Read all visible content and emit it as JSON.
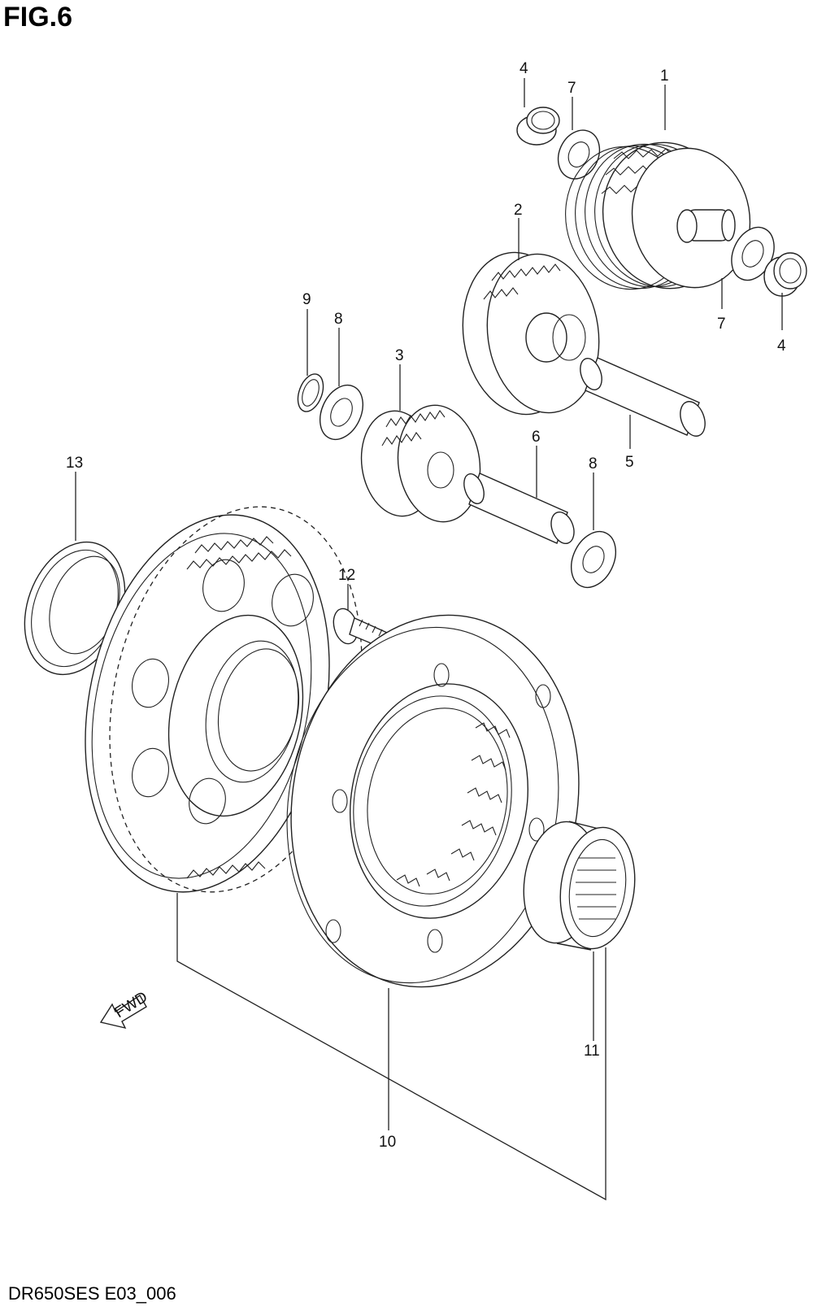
{
  "figure": {
    "title": "FIG.6",
    "footer_code": "DR650SES E03_006"
  },
  "fwd_marker": {
    "text": "FWD"
  },
  "callouts": [
    {
      "id": "c4a",
      "label": "4"
    },
    {
      "id": "c7a",
      "label": "7"
    },
    {
      "id": "c1",
      "label": "1"
    },
    {
      "id": "c2",
      "label": "2"
    },
    {
      "id": "c7b",
      "label": "7"
    },
    {
      "id": "c4b",
      "label": "4"
    },
    {
      "id": "c9",
      "label": "9"
    },
    {
      "id": "c8a",
      "label": "8"
    },
    {
      "id": "c3",
      "label": "3"
    },
    {
      "id": "c6",
      "label": "6"
    },
    {
      "id": "c8b",
      "label": "8"
    },
    {
      "id": "c5",
      "label": "5"
    },
    {
      "id": "c13",
      "label": "13"
    },
    {
      "id": "c12",
      "label": "12"
    },
    {
      "id": "c11",
      "label": "11"
    },
    {
      "id": "c10",
      "label": "10"
    }
  ]
}
